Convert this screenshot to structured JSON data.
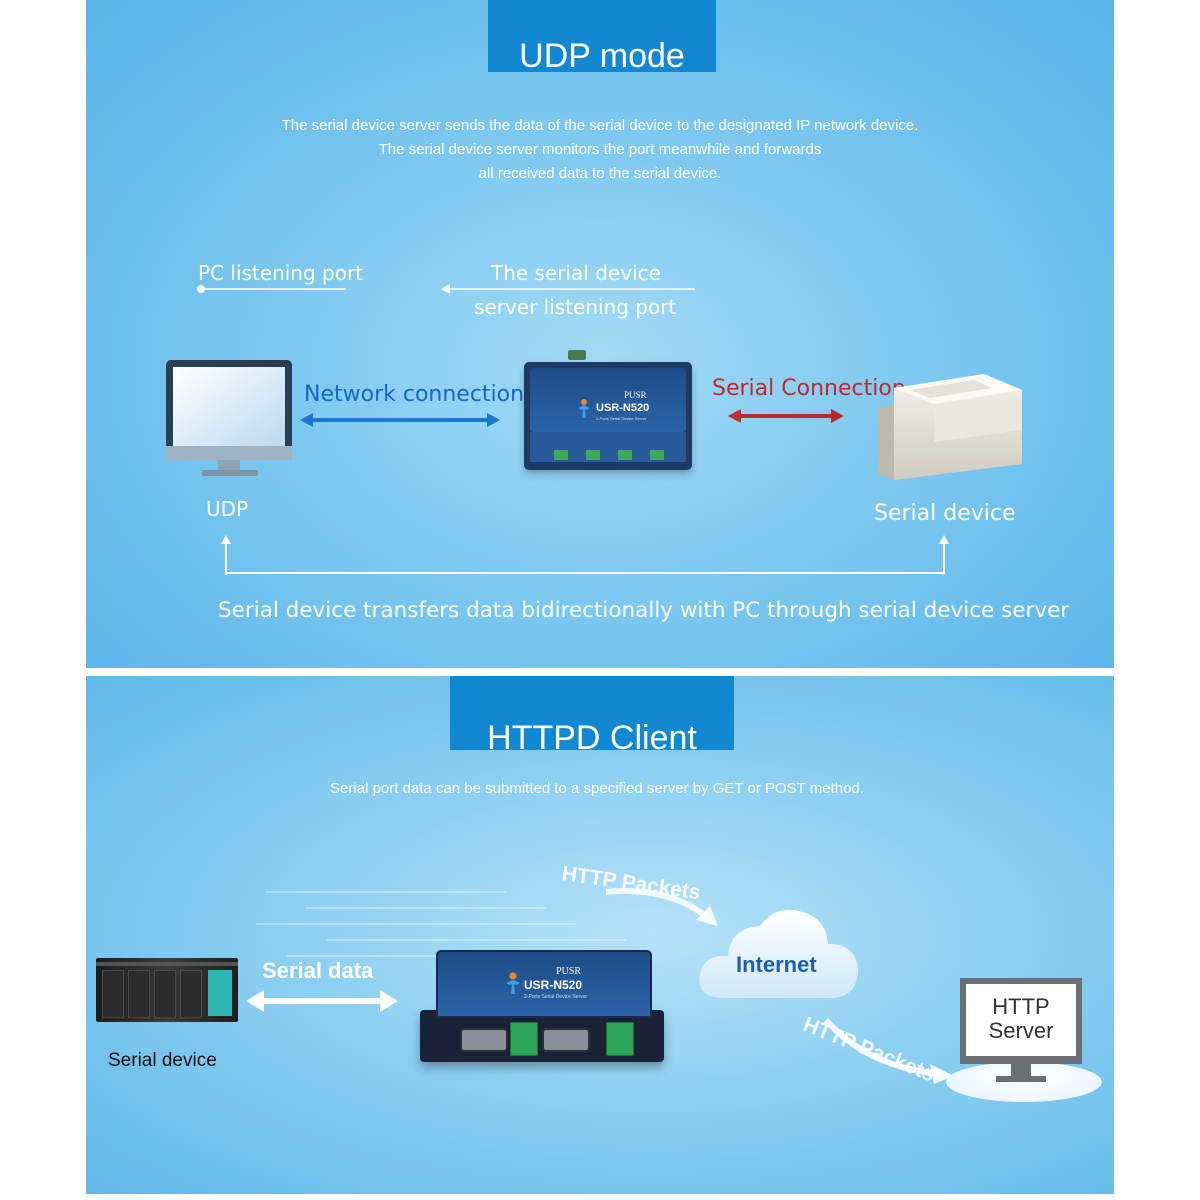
{
  "udp": {
    "title": "UDP mode",
    "description": [
      "The serial device server sends the data of the serial device to the designated IP network device.",
      "The serial device server monitors the port meanwhile and forwards",
      "all received data to the serial device."
    ],
    "pc_port_label": "PC listening port",
    "server_port_label_1": "The serial device",
    "server_port_label_2": "server listening port",
    "network_label": "Network connection",
    "serial_conn_label": "Serial Connection",
    "pc_label": "UDP",
    "device_label": "Serial device",
    "footer": "Serial device transfers data bidirectionally with PC through serial device server",
    "device_brand": "PUSR",
    "device_model": "USR-N520",
    "device_subtitle": "2-Ports Serial Device Server"
  },
  "httpd": {
    "title": "HTTPD Client",
    "description": "Serial port data can be submitted to a specified server by GET or POST method.",
    "serial_data_label": "Serial data",
    "serial_device_label": "Serial device",
    "packets_top": "HTTP Packets",
    "packets_bottom": "HTTP Packets",
    "internet_label": "Internet",
    "server_line1": "HTTP",
    "server_line2": "Server",
    "device_brand": "PUSR",
    "device_model": "USR-N520",
    "device_subtitle": "2-Ports Serial Device Server"
  },
  "colors": {
    "tab_blue": "#1287d2",
    "network_arrow": "#1a78d0",
    "serial_arrow": "#c0282d",
    "device_navy": "#1e3a66"
  }
}
